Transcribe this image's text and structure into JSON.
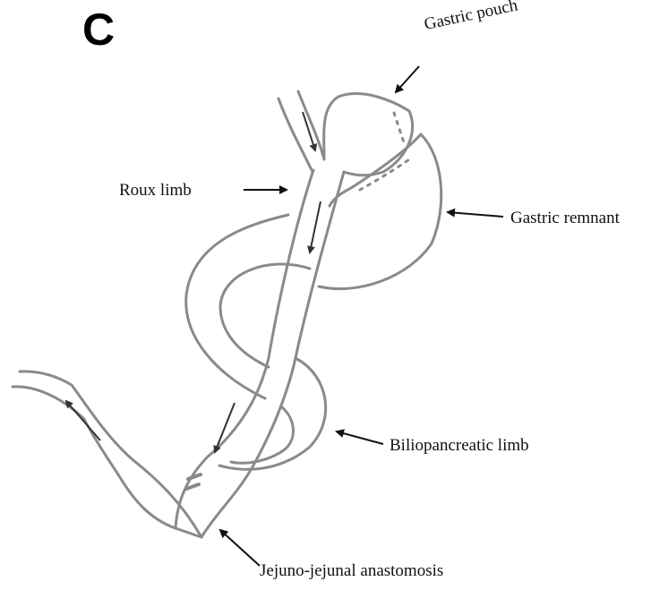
{
  "panel_letter": "C",
  "labels": {
    "gastric_pouch": "Gastric pouch",
    "roux_limb": "Roux limb",
    "gastric_remnant": "Gastric remnant",
    "biliopancreatic_limb": "Biliopancreatic limb",
    "jejuno_jejunal_anastomosis": "Jejuno-jejunal anastomosis"
  },
  "colors": {
    "organ_outline": "#8a8a8a",
    "arrow": "#111111",
    "text": "#111111"
  }
}
